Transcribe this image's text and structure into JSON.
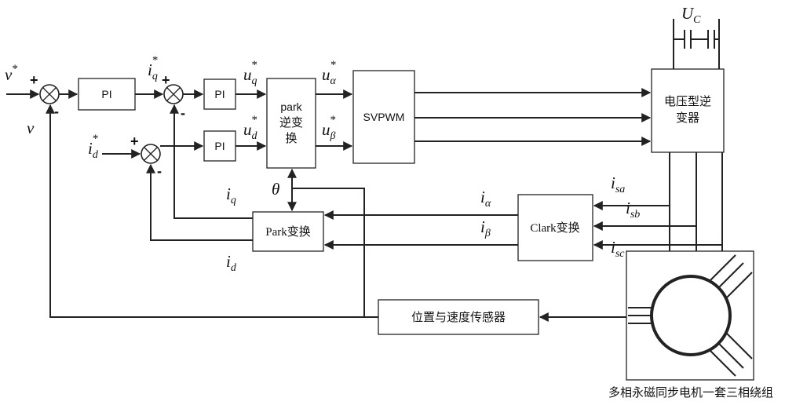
{
  "blocks": {
    "pi_speed": "PI",
    "pi_iq": "PI",
    "pi_id": "PI",
    "inv_park_line1": "park",
    "inv_park_line2": "逆变",
    "inv_park_line3": "换",
    "svpwm": "SVPWM",
    "inverter_line1": "电压型逆",
    "inverter_line2": "变器",
    "park": "Park变换",
    "clark": "Clark变换",
    "sensor": "位置与速度传感器",
    "motor_caption": "多相永磁同步电机一套三相绕组"
  },
  "signals": {
    "v_ref": {
      "base": "v",
      "sup": "*"
    },
    "v_fb": {
      "base": "v"
    },
    "iq_ref": {
      "base": "i",
      "sub": "q",
      "sup": "*"
    },
    "id_ref": {
      "base": "i",
      "sub": "d",
      "sup": "*"
    },
    "uq_ref": {
      "base": "u",
      "sub": "q",
      "sup": "*"
    },
    "ud_ref": {
      "base": "u",
      "sub": "d",
      "sup": "*"
    },
    "ualpha_ref": {
      "base": "u",
      "sub": "α",
      "sup": "*"
    },
    "ubeta_ref": {
      "base": "u",
      "sub": "β",
      "sup": "*"
    },
    "theta": {
      "base": "θ"
    },
    "iq_fb": {
      "base": "i",
      "sub": "q"
    },
    "id_fb": {
      "base": "i",
      "sub": "d"
    },
    "ialpha": {
      "base": "i",
      "sub": "α"
    },
    "ibeta": {
      "base": "i",
      "sub": "β"
    },
    "isa": {
      "base": "i",
      "sub": "sa"
    },
    "isb": {
      "base": "i",
      "sub": "sb"
    },
    "isc": {
      "base": "i",
      "sub": "sc"
    },
    "uc": {
      "base": "U",
      "sub": "C"
    }
  },
  "signs": {
    "speed_plus": "+",
    "speed_minus": "-",
    "iq_plus": "+",
    "iq_minus": "-",
    "id_plus": "+",
    "id_minus": "-"
  }
}
